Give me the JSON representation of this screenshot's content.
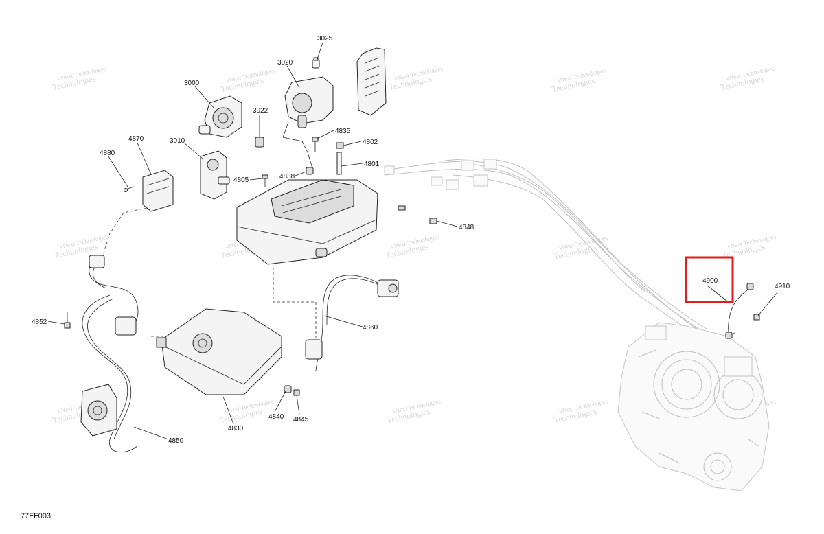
{
  "callouts": [
    {
      "id": "3025",
      "label": "3025"
    },
    {
      "id": "3020",
      "label": "3020"
    },
    {
      "id": "3000",
      "label": "3000"
    },
    {
      "id": "3022",
      "label": "3022"
    },
    {
      "id": "4835",
      "label": "4835"
    },
    {
      "id": "4802",
      "label": "4802"
    },
    {
      "id": "4870",
      "label": "4870"
    },
    {
      "id": "3010",
      "label": "3010"
    },
    {
      "id": "4880",
      "label": "4880"
    },
    {
      "id": "4801",
      "label": "4801"
    },
    {
      "id": "4805",
      "label": "4805"
    },
    {
      "id": "4838",
      "label": "4838"
    },
    {
      "id": "4848",
      "label": "4848"
    },
    {
      "id": "4852",
      "label": "4852"
    },
    {
      "id": "4860",
      "label": "4860"
    },
    {
      "id": "4840",
      "label": "4840"
    },
    {
      "id": "4845",
      "label": "4845"
    },
    {
      "id": "4830",
      "label": "4830"
    },
    {
      "id": "4850",
      "label": "4850"
    },
    {
      "id": "4900",
      "label": "4900"
    },
    {
      "id": "4910",
      "label": "4910"
    }
  ],
  "highlighted_callout": "4900",
  "highlight_color": "#e01e1e",
  "figure_code": "77FF003",
  "watermark": {
    "line1": "vNext",
    "line2": "Technologies",
    "full": "vNext Technologies"
  }
}
